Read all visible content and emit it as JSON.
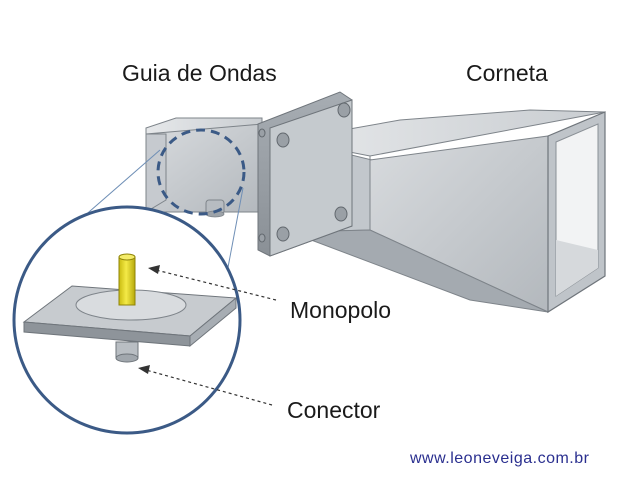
{
  "labels": {
    "waveguide": "Guia de Ondas",
    "horn": "Corneta",
    "monopole": "Monopolo",
    "connector": "Conector"
  },
  "credit": {
    "url": "www.leoneveiga.com.br"
  },
  "colors": {
    "metal_light": "#d7dadd",
    "metal_mid": "#b4b9be",
    "metal_dark": "#8e949a",
    "monopole": "#e8dc2a",
    "callout_circle": "#3b5a86",
    "url_text": "#2a2f8f"
  }
}
